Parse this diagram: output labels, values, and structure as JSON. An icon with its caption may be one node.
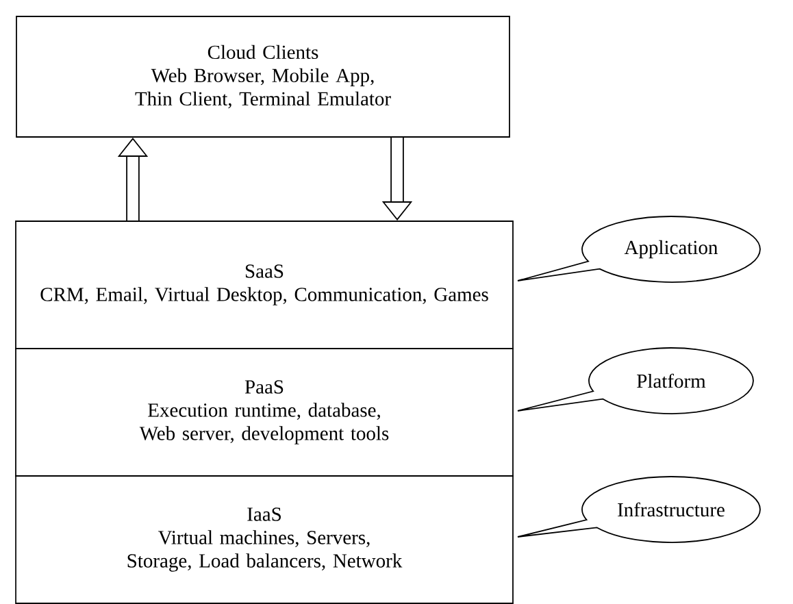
{
  "diagram": {
    "nodes": [
      {
        "text": [
          "Cloud Clients",
          "Web Browser, Mobile App, Thin Client, Terminal Emulator"
        ]
      },
      {
        "text": [
          "SaaS",
          "CRM, Email, Virtual Desktop, Communication, Games"
        ]
      },
      {
        "text": [
          "PaaS",
          "Execution runtime, database, Web server, development tools"
        ]
      },
      {
        "text": [
          "IaaS",
          "Virtual machines, Servers, Storage, Load balancers, Network"
        ]
      },
      {
        "text": [
          "Application"
        ]
      },
      {
        "text": [
          "Platform"
        ]
      },
      {
        "text": [
          "Infrastructure"
        ]
      }
    ],
    "edges": [
      {
        "from": 1,
        "to": 0,
        "arrow": "to"
      },
      {
        "from": 0,
        "to": 1,
        "arrow": "to"
      }
    ]
  }
}
